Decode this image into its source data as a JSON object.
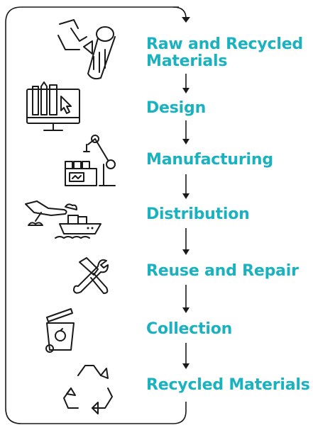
{
  "stages": [
    {
      "label": "Raw and Recycled Materials",
      "icon": "log-recycle-icon"
    },
    {
      "label": "Design",
      "icon": "design-monitor-icon"
    },
    {
      "label": "Manufacturing",
      "icon": "factory-robot-arm-icon"
    },
    {
      "label": "Distribution",
      "icon": "plane-ship-icon"
    },
    {
      "label": "Reuse and Repair",
      "icon": "wrench-screwdriver-icon"
    },
    {
      "label": "Collection",
      "icon": "recycle-bin-icon"
    },
    {
      "label": "Recycled Materials",
      "icon": "recycle-symbol-icon"
    }
  ],
  "colors": {
    "label": "#1ab2bf",
    "stroke": "#1a1a1a",
    "background": "#ffffff"
  }
}
